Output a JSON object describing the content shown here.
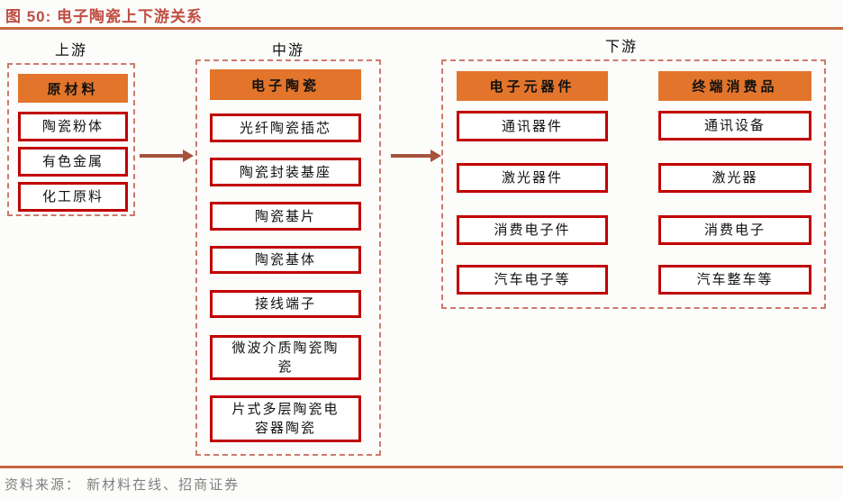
{
  "figure": {
    "title": "图 50:  电子陶瓷上下游关系",
    "source": "资料来源： 新材料在线、招商证券"
  },
  "colors": {
    "header_orange": "#e2752b",
    "item_border_red": "#c00000",
    "dashed_border": "#cc7a6b",
    "arrow_brown": "#a5533c",
    "title_red": "#bf4d42",
    "rule_orange": "#c4693f",
    "source_gray": "#7f7f7f"
  },
  "flow": {
    "upstream": {
      "label": "上游",
      "columns": [
        {
          "header": "原材料",
          "items": [
            "陶瓷粉体",
            "有色金属",
            "化工原料"
          ]
        }
      ]
    },
    "midstream": {
      "label": "中游",
      "columns": [
        {
          "header": "电子陶瓷",
          "items": [
            "光纤陶瓷插芯",
            "陶瓷封装基座",
            "陶瓷基片",
            "陶瓷基体",
            "接线端子",
            "微波介质陶瓷陶瓷",
            "片式多层陶瓷电容器陶瓷"
          ]
        }
      ]
    },
    "downstream": {
      "label": "下游",
      "columns": [
        {
          "header": "电子元器件",
          "items": [
            "通讯器件",
            "激光器件",
            "消费电子件",
            "汽车电子等"
          ]
        },
        {
          "header": "终端消费品",
          "items": [
            "通讯设备",
            "激光器",
            "消费电子",
            "汽车整车等"
          ]
        }
      ]
    }
  }
}
